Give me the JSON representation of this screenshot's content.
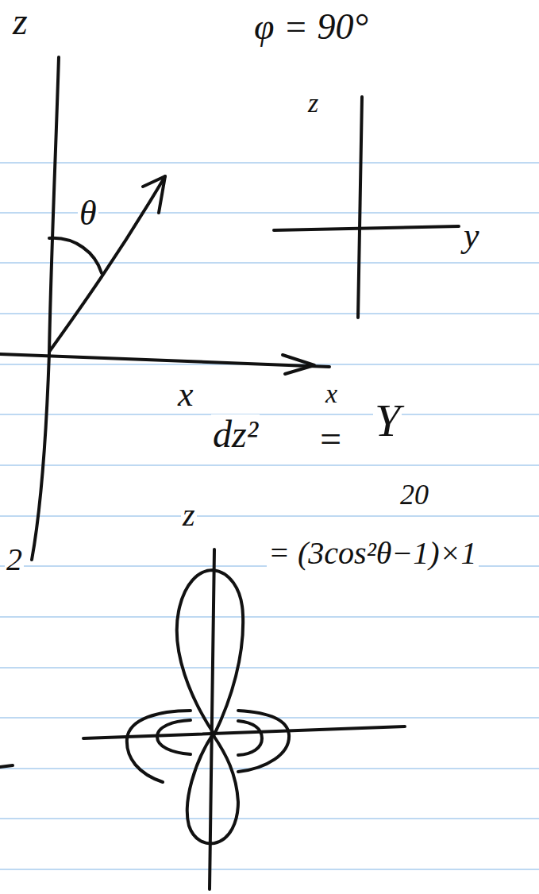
{
  "diagram": {
    "labels": [
      "z",
      "θ",
      "x",
      "φ = 90°",
      "z",
      "y",
      "x",
      "dz²",
      "=",
      "Y",
      "20",
      "= (3cos²θ−1)×1",
      "z",
      "2"
    ]
  }
}
